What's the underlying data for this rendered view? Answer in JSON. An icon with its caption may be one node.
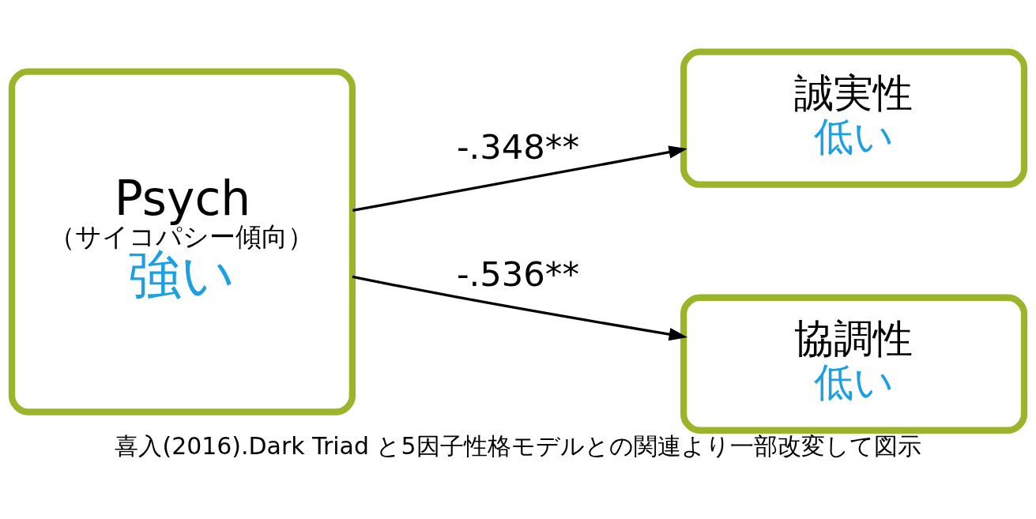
{
  "diagram": {
    "caption": "喜入(2016).Dark Triad と5因子性格モデルとの関連より一部改変して図示",
    "nodes": [
      {
        "text": [
          "Psych",
          "（サイコパシー傾向）",
          "強い"
        ]
      },
      {
        "text": [
          "誠実性",
          "低い"
        ]
      },
      {
        "text": [
          "協調性",
          "低い"
        ]
      }
    ],
    "edges": [
      {
        "from": 0,
        "to": 1,
        "arrow": "to",
        "label": "-.348**"
      },
      {
        "from": 0,
        "to": 2,
        "arrow": "to",
        "label": "-.536**"
      }
    ]
  }
}
